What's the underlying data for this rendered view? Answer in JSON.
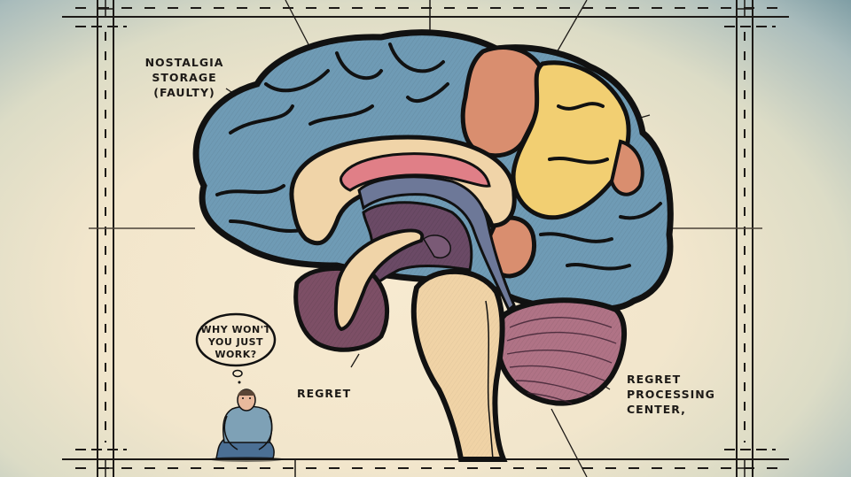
{
  "illustration": {
    "subject": "Sagittal cross-section of a human brain, cartoon style",
    "colors": {
      "background_center": "#f4e7cd",
      "background_corner": "#7f9ea5",
      "outline": "#111111",
      "cerebrum_blue": "#6f9bb5",
      "frontal_orange": "#d98e6f",
      "parietal_yellow": "#f2cf72",
      "corpus_callosum_cream": "#f0d4a8",
      "cingulate_pink": "#e07f87",
      "ventricle_slate": "#6d7898",
      "thalamus_purple": "#6b4a66",
      "cerebellum_mauve": "#b07386",
      "brainstem_cream": "#f0d3a6"
    }
  },
  "labels": {
    "nostalgia": [
      "NOSTALGIA",
      "STORAGE",
      "(FAULTY)"
    ],
    "regret": "REGRET",
    "regret_processing": [
      "REGRET",
      "PROCESSING",
      "CENTER,"
    ]
  },
  "thought_bubble": {
    "lines": [
      "WHY WON'T",
      "YOU JUST",
      "WORK?"
    ]
  },
  "character": {
    "description": "Man in a blue t-shirt and jeans sitting cross-legged, looking up"
  }
}
